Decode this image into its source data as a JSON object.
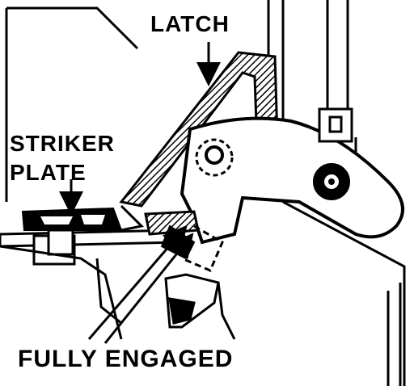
{
  "labels": {
    "latch": "LATCH",
    "striker_line1": "STRIKER",
    "striker_line2": "PLATE",
    "fully_engaged": "FULLY ENGAGED"
  },
  "colors": {
    "ink": "#000000",
    "paper": "#ffffff"
  }
}
